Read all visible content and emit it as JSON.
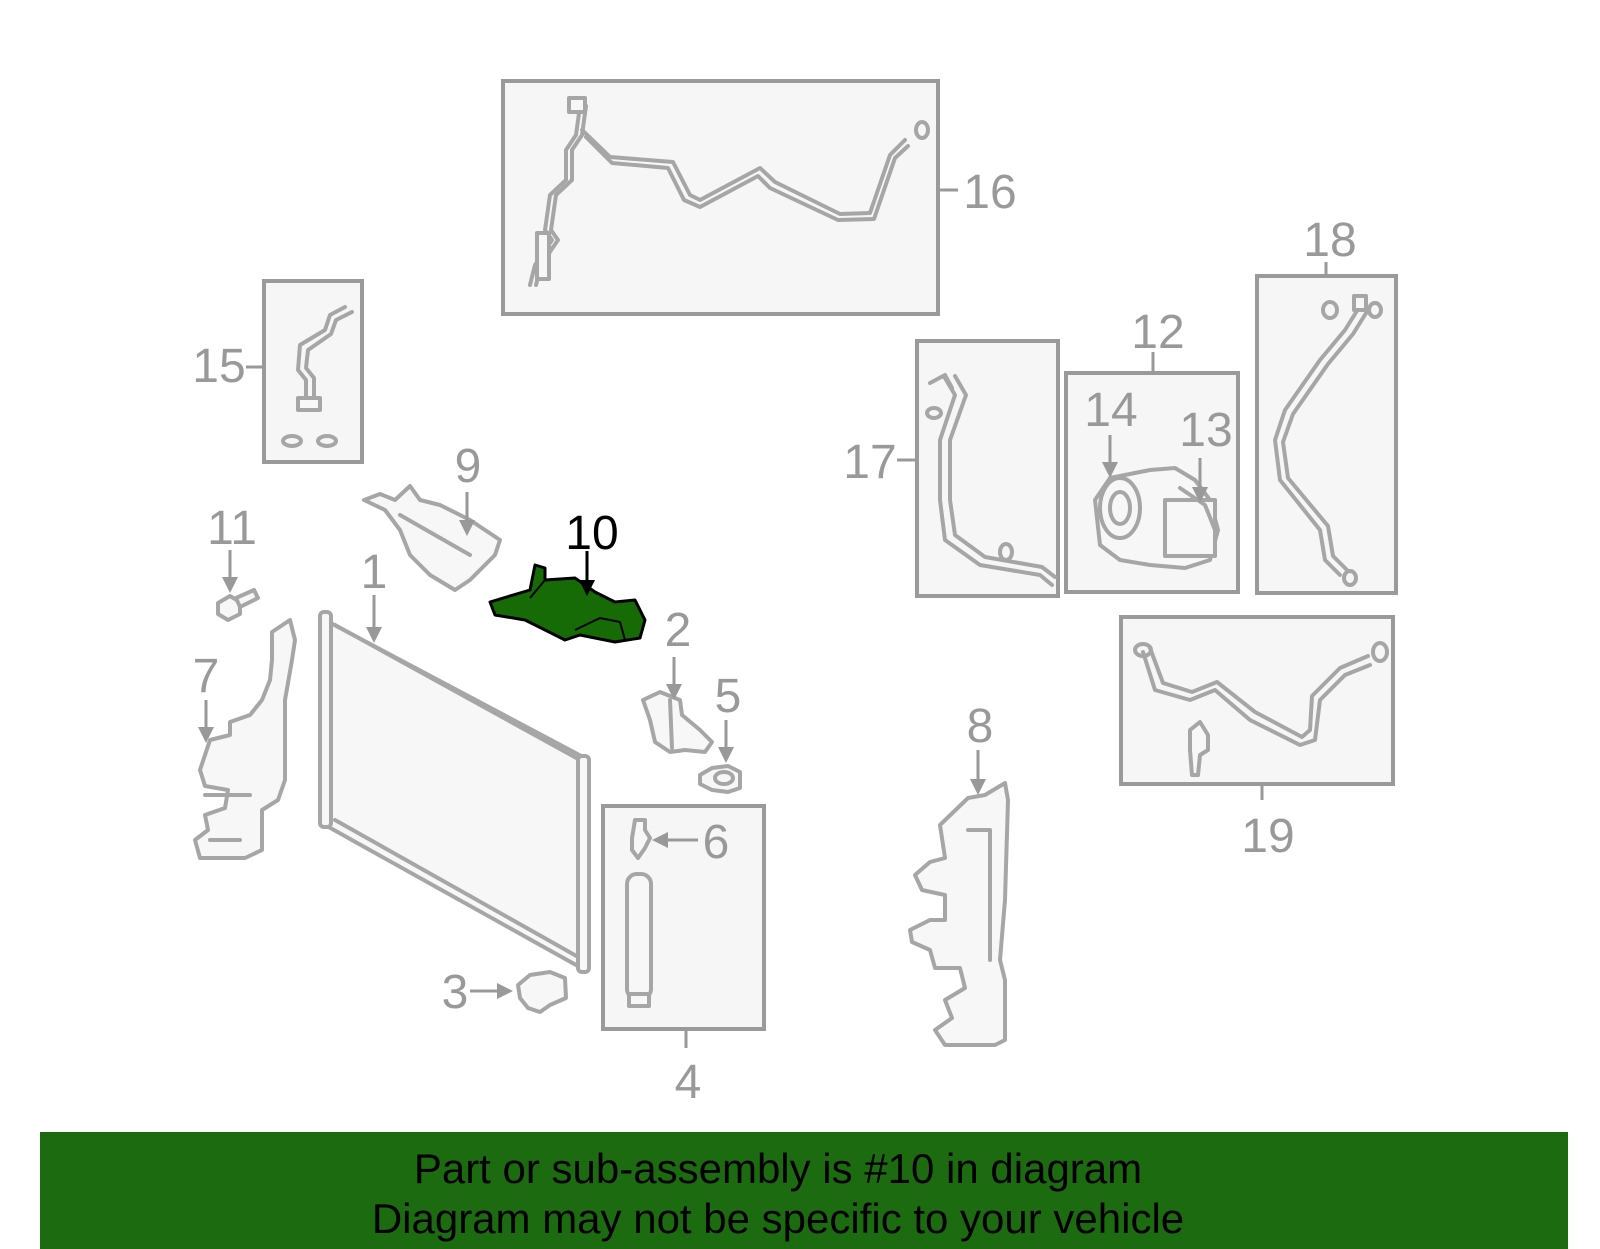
{
  "diagram": {
    "callouts": [
      "1",
      "2",
      "3",
      "4",
      "5",
      "6",
      "7",
      "8",
      "9",
      "10",
      "11",
      "12",
      "13",
      "14",
      "15",
      "16",
      "17",
      "18",
      "19"
    ],
    "highlight_callout": "10",
    "colors": {
      "highlight_part": "#166b06",
      "part_outline": "#a6a6a6",
      "callout_text": "#999999",
      "banner": "#1d6b10"
    }
  },
  "banner": {
    "line1": "Part or sub-assembly is #10 in diagram",
    "line2": "Diagram may not be specific to your vehicle"
  }
}
